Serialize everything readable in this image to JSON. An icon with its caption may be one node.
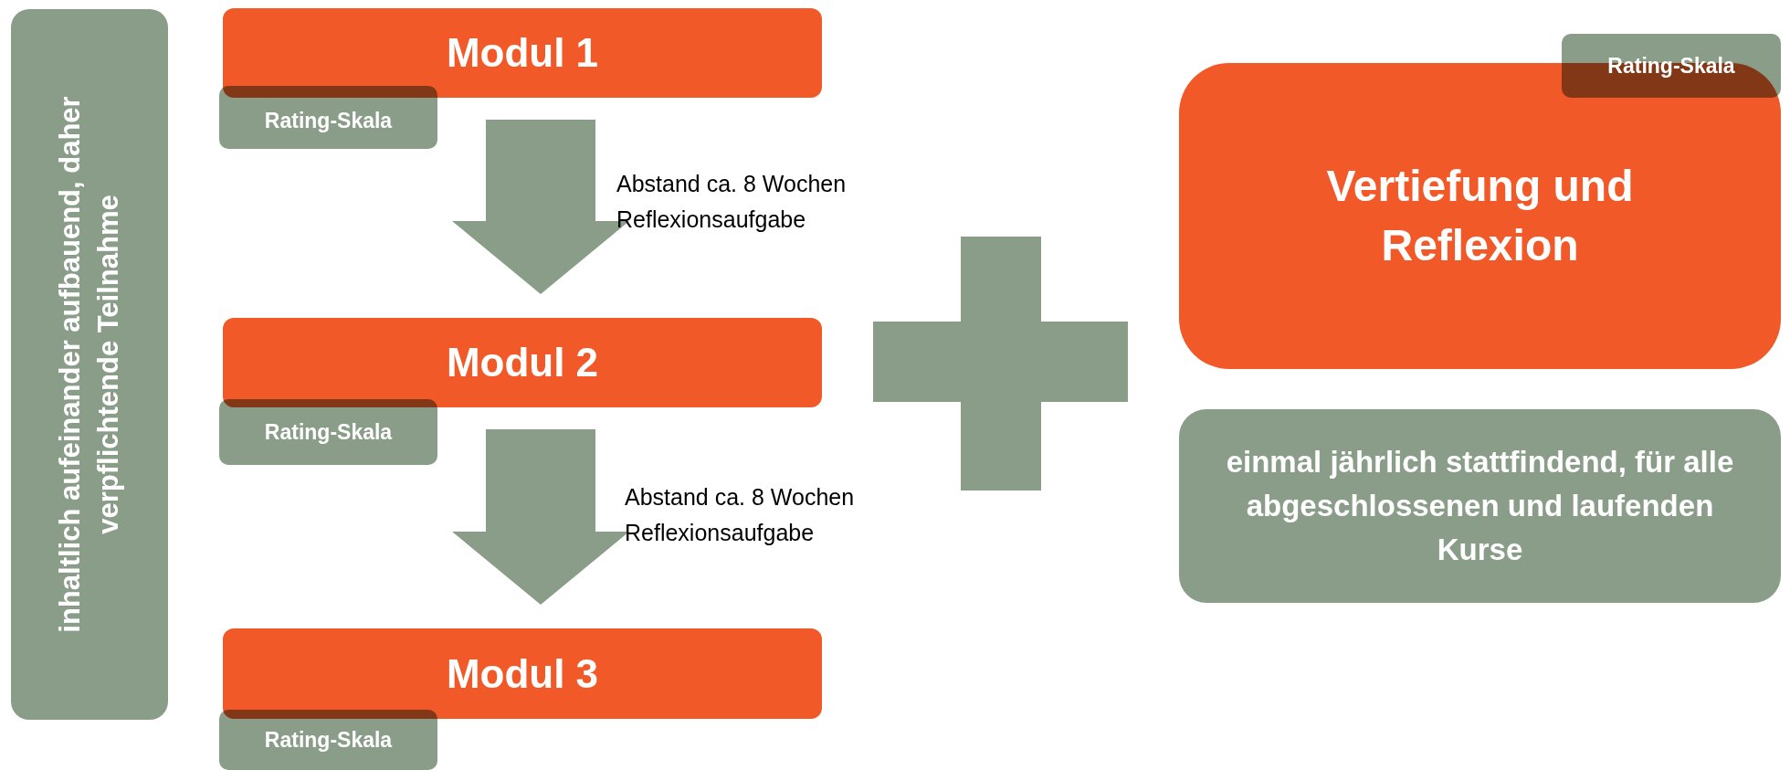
{
  "diagram": {
    "nodes": [
      {
        "text": [
          "inhaltlich aufeinander aufbauend, daher verpflichtende Teilnahme"
        ]
      },
      {
        "text": [
          "Modul 1"
        ]
      },
      {
        "text": [
          "Rating-Skala"
        ]
      },
      {
        "text": [
          "Modul 2"
        ]
      },
      {
        "text": [
          "Rating-Skala"
        ]
      },
      {
        "text": [
          "Modul 3"
        ]
      },
      {
        "text": [
          "Rating-Skala"
        ]
      },
      {
        "text": [
          "Rating-Skala"
        ]
      },
      {
        "text": [
          "Vertiefung und Reflexion"
        ]
      },
      {
        "text": [
          "einmal jährlich stattfindend, für alle abgeschlossenen und laufenden Kurse"
        ]
      }
    ],
    "edges": [
      {
        "from": 1,
        "to": 3,
        "arrow": "to",
        "label": "Abstand ca. 8 Wochen Reflexionsaufgabe"
      },
      {
        "from": 3,
        "to": 5,
        "arrow": "to",
        "label": "Abstand ca. 8 Wochen Reflexionsaufgabe"
      }
    ]
  }
}
